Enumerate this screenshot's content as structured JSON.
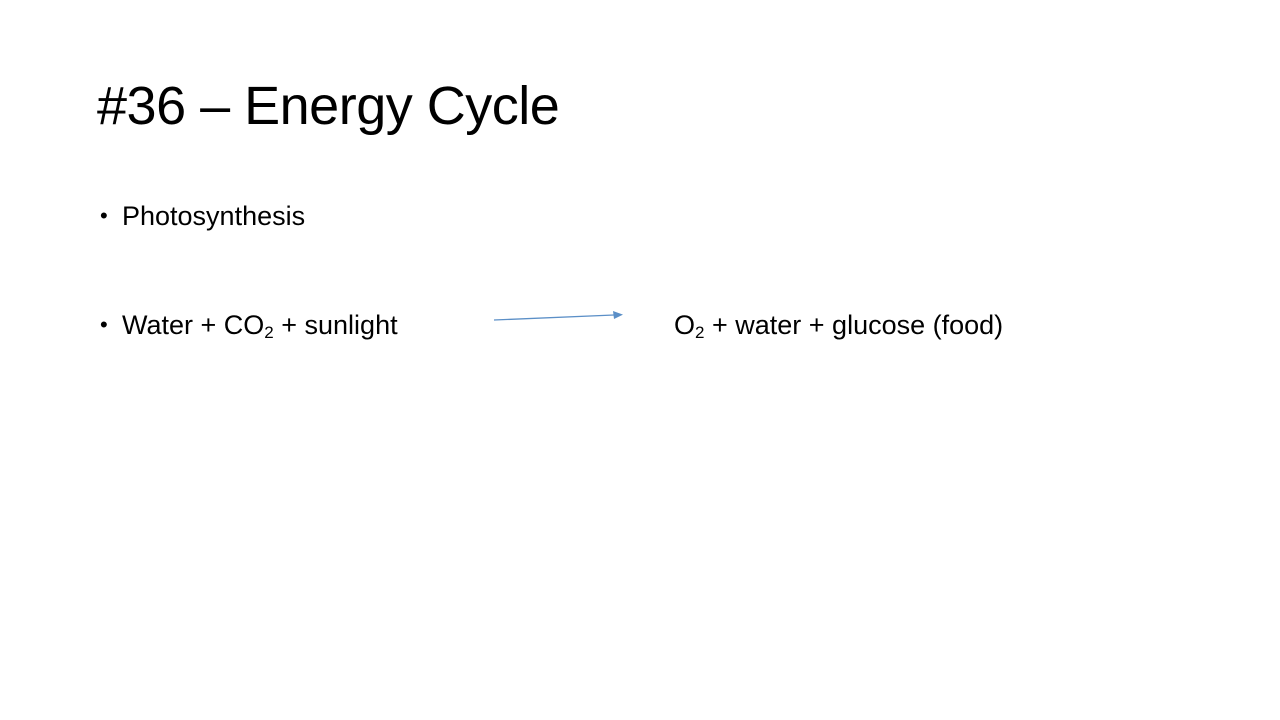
{
  "slide": {
    "title": "#36 – Energy Cycle",
    "bullets": [
      {
        "marker": "•",
        "text": "Photosynthesis"
      },
      {
        "marker": "•",
        "reactant_part1": "Water + CO",
        "reactant_sub": "2",
        "reactant_part2": " + sunlight",
        "product_part1": "O",
        "product_sub": "2",
        "product_part2": " + water + glucose (food)"
      }
    ],
    "arrow_color": "#5b8fc7",
    "arrow_icon": "arrow-right-icon"
  }
}
